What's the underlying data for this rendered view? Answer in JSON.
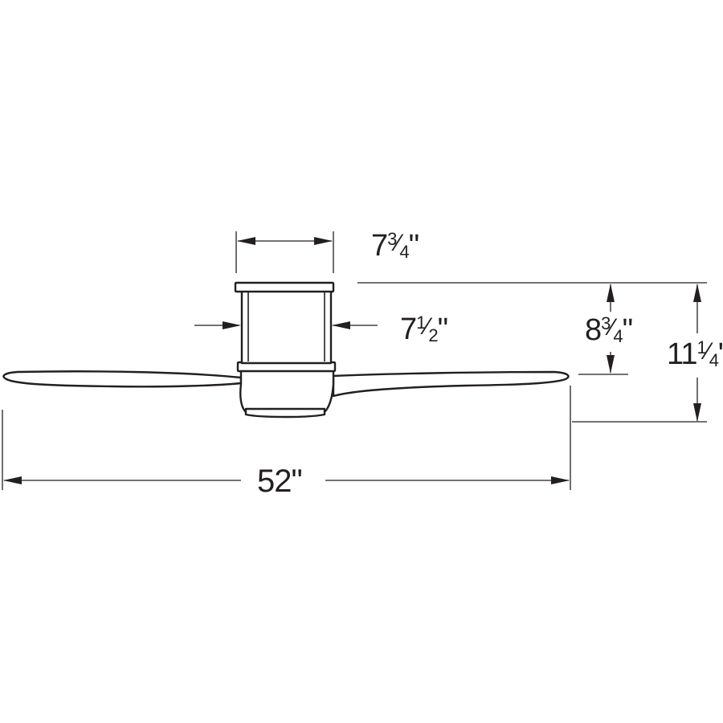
{
  "dimensions": {
    "canopy_width": {
      "whole": "7",
      "num": "3",
      "den": "4",
      "unit": "\""
    },
    "downrod_width": {
      "whole": "7",
      "num": "1",
      "den": "2",
      "unit": "\""
    },
    "canopy_to_blade": {
      "whole": "8",
      "num": "3",
      "den": "4",
      "unit": "\""
    },
    "overall_height": {
      "whole": "11",
      "num": "1",
      "den": "4",
      "unit": "\""
    },
    "blade_span": {
      "whole": "52",
      "unit": "\""
    }
  }
}
